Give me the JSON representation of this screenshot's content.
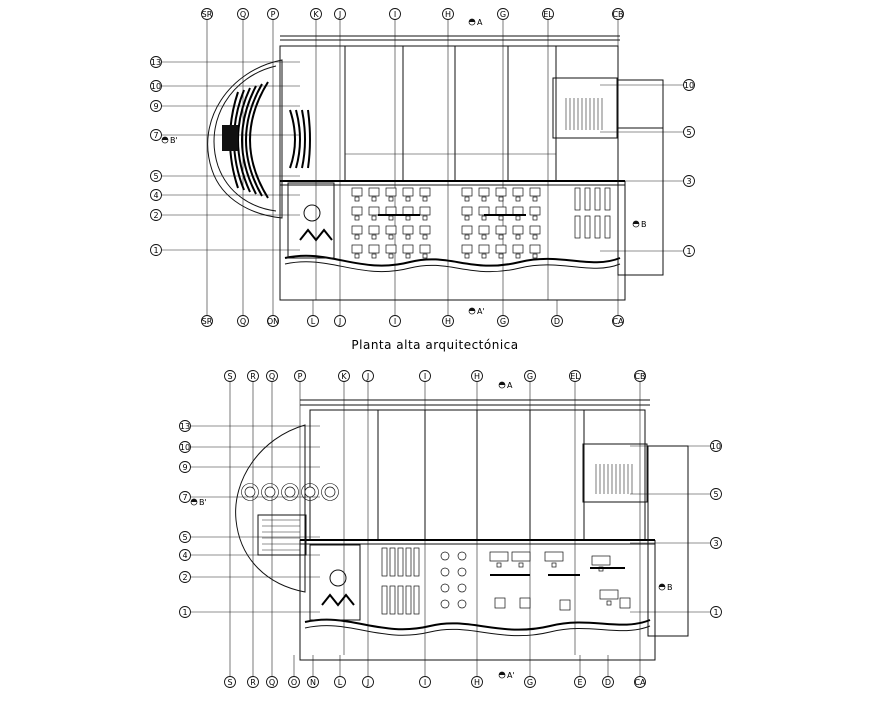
{
  "drawing": {
    "upper_plan_title": "Planta alta arquitectónica",
    "upper": {
      "top_axes": [
        "SR",
        "Q",
        "P",
        "K",
        "J",
        "I",
        "H",
        "G",
        "EL",
        "CB"
      ],
      "bottom_axes": [
        "SR",
        "Q",
        "ON",
        "L",
        "J",
        "I",
        "H",
        "G",
        "D",
        "CA"
      ],
      "left_axes": [
        "13",
        "10",
        "9",
        "7",
        "5",
        "4",
        "2",
        "1"
      ],
      "right_axes": [
        "10",
        "5",
        "3",
        "1"
      ],
      "section_top": "A",
      "section_bottom": "A'",
      "section_left": "B'",
      "section_right": "B"
    },
    "lower": {
      "top_axes": [
        "S",
        "R",
        "Q",
        "P",
        "K",
        "J",
        "I",
        "H",
        "G",
        "EL",
        "CB"
      ],
      "bottom_axes": [
        "S",
        "R",
        "Q",
        "O",
        "N",
        "L",
        "J",
        "I",
        "H",
        "G",
        "E",
        "D",
        "CA"
      ],
      "left_axes": [
        "13",
        "10",
        "9",
        "7",
        "5",
        "4",
        "2",
        "1"
      ],
      "right_axes": [
        "10",
        "5",
        "3",
        "1"
      ],
      "section_top": "A",
      "section_bottom": "A'",
      "section_left": "B'",
      "section_right": "B"
    }
  }
}
